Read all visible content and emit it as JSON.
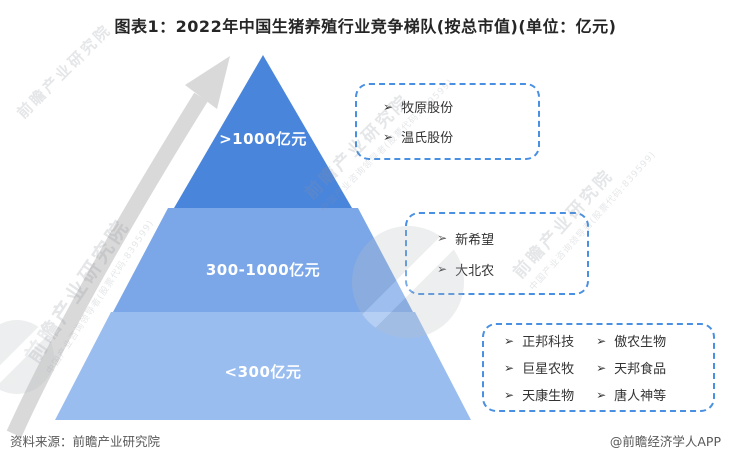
{
  "title": "图表1：2022年中国生猪养殖行业竞争梯队(按总市值)(单位：亿元)",
  "pyramid": {
    "tiers": [
      {
        "range_label": ">1000亿元",
        "color": "#4a85dc"
      },
      {
        "range_label": "300-1000亿元",
        "color": "#7ba7e8"
      },
      {
        "range_label": "<300亿元",
        "color": "#9abdf0"
      }
    ]
  },
  "callouts": {
    "tier1": {
      "companies": [
        "牧原股份",
        "温氏股份"
      ]
    },
    "tier2": {
      "companies": [
        "新希望",
        "大北农"
      ]
    },
    "tier3": {
      "col1": [
        "正邦科技",
        "巨星农牧",
        "天康生物"
      ],
      "col2": [
        "傲农生物",
        "天邦食品",
        "唐人神等"
      ]
    }
  },
  "bullet_glyph": "➢",
  "watermark": {
    "text": "前瞻产业研究院",
    "subtext": "中国产业咨询领导者(股票代码:839599)"
  },
  "footer": {
    "source": "资料来源：前瞻产业研究院",
    "credit": "@前瞻经济学人APP"
  },
  "colors": {
    "arrow": "#d9d9d9",
    "box_border": "#4a90e2",
    "title_text": "#262626",
    "footer_text": "#595959"
  }
}
